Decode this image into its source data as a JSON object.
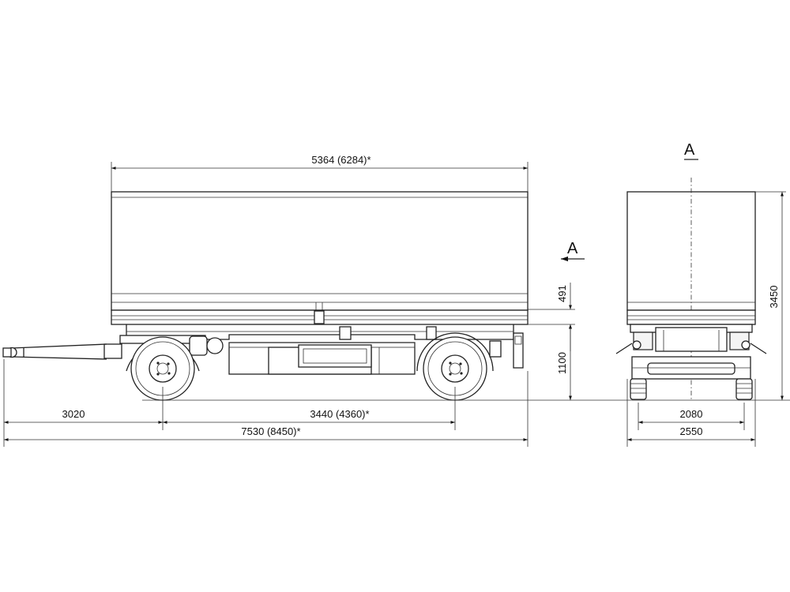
{
  "dimensions": {
    "body_length": "5364 (6284)*",
    "drawbar_to_axle": "3020",
    "wheelbase": "3440 (4360)*",
    "overall_length": "7530 (8450)*",
    "side_height": "491",
    "platform_height": "1100",
    "overall_height": "3450",
    "track_width": "2080",
    "overall_width": "2550"
  },
  "view": {
    "section_mark": "A",
    "rear_view_title": "A"
  }
}
